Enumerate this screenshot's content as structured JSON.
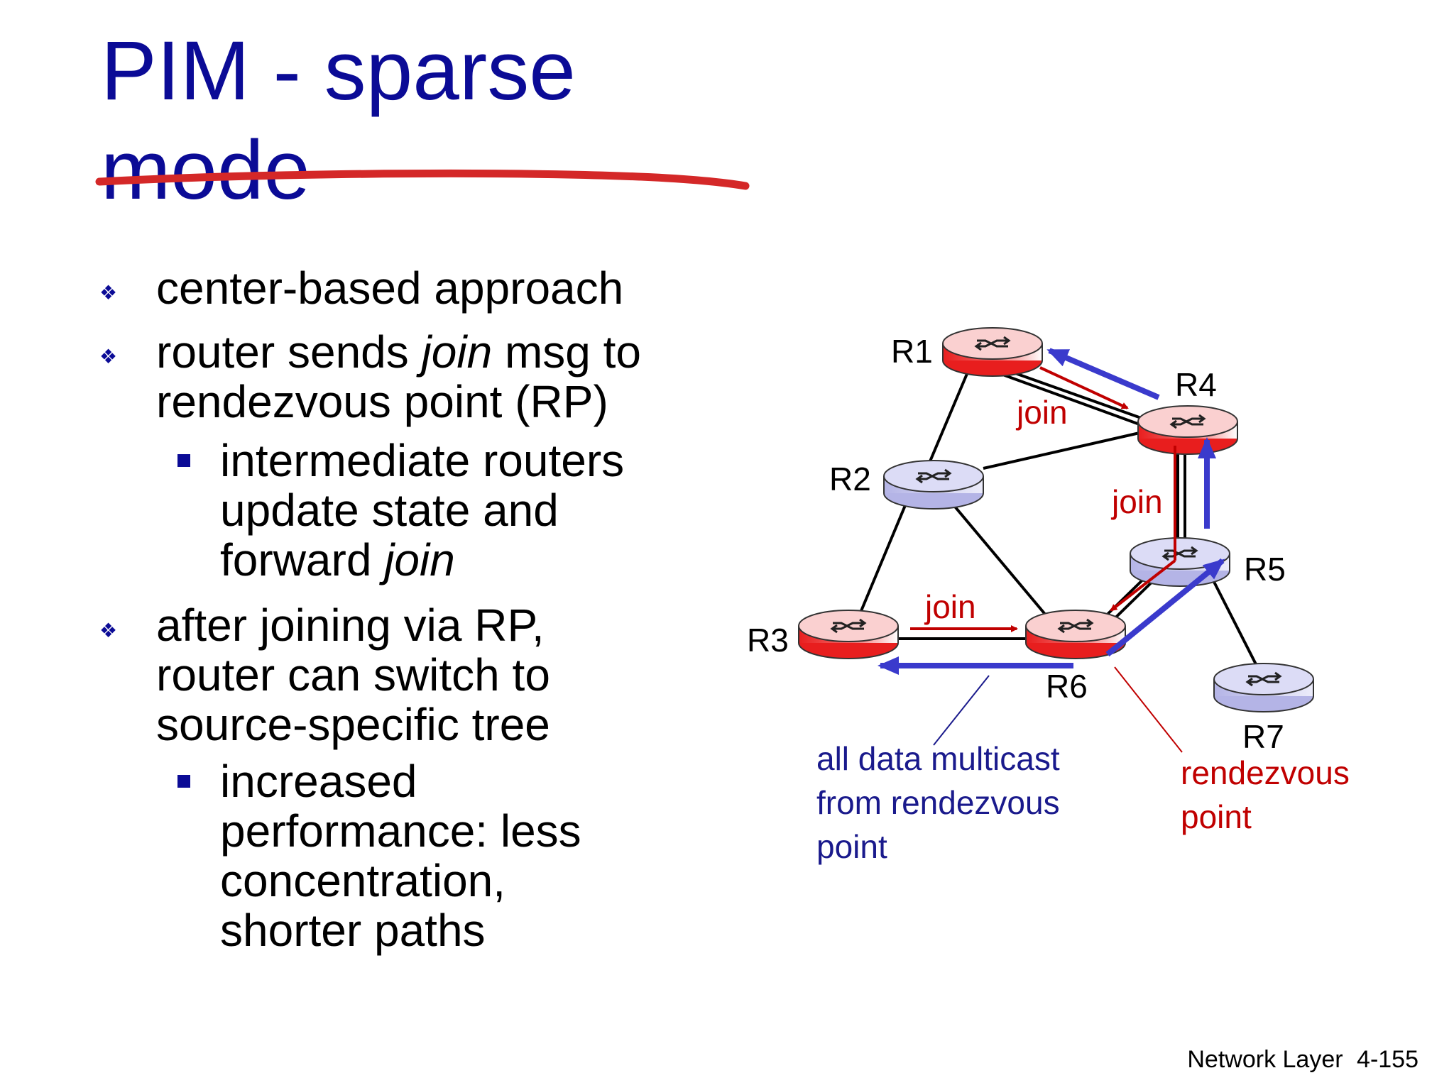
{
  "slide": {
    "title_line1": "PIM - sparse",
    "title_line2": "mode",
    "bullets": {
      "b1": "center-based approach",
      "b2_pre": "router sends ",
      "b2_em": "join",
      "b2_post": " msg to",
      "b2_line2": "rendezvous point (RP)",
      "s1_line1": "intermediate routers",
      "s1_line2": "update state and",
      "s1_pre": "forward ",
      "s1_em": "join",
      "b3_line1": "after joining via RP,",
      "b3_line2": "router can switch to",
      "b3_line3": "source-specific tree",
      "s2_line1": "increased",
      "s2_line2": "performance: less",
      "s2_line3": "concentration,",
      "s2_line4": "shorter paths"
    }
  },
  "diagram": {
    "routers": {
      "R1": "R1",
      "R2": "R2",
      "R3": "R3",
      "R4": "R4",
      "R5": "R5",
      "R6": "R6",
      "R7": "R7"
    },
    "join_label": "join",
    "multicast_label": [
      "all data multicast",
      "from rendezvous",
      "point"
    ],
    "rp_label": [
      "rendezvous",
      "point"
    ],
    "colors": {
      "red_router": "#e81e1e",
      "blue_router": "#c8c8f0",
      "join_arrow": "#c00000",
      "data_arrow": "#3a3acc"
    }
  },
  "footer": {
    "section": "Network Layer",
    "page": "4-155"
  }
}
